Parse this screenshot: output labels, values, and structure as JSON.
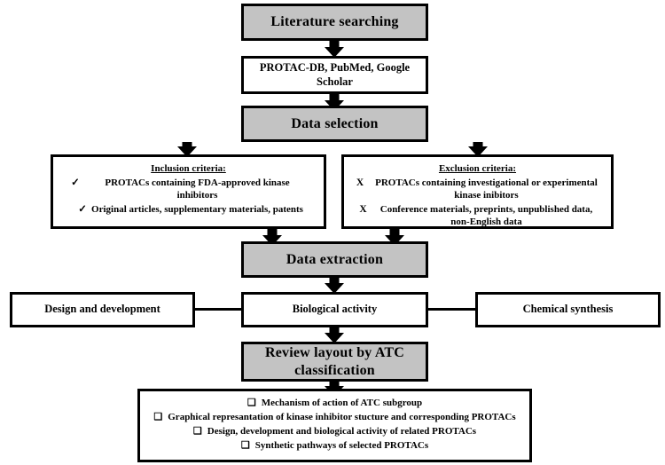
{
  "diagram": {
    "title": "Review methodology flowchart",
    "style": {
      "shade_color": "#c3c3c3",
      "border_color": "#000000",
      "background": "#ffffff"
    },
    "nodes": {
      "literature_searching": "Literature searching",
      "databases": "PROTAC-DB, PubMed, Google Scholar",
      "data_selection": "Data selection",
      "data_extraction": "Data extraction",
      "biological_activity": "Biological activity",
      "design_and_development": "Design and development",
      "chemical_synthesis": "Chemical synthesis",
      "review_layout": "Review layout by ATC classification"
    },
    "inclusion": {
      "heading": "Inclusion criteria:",
      "mark": "✓",
      "items": [
        "PROTACs containing FDA-approved kinase inhibitors",
        "Original articles, supplementary materials, patents"
      ]
    },
    "exclusion": {
      "heading": "Exclusion criteria:",
      "mark": "X",
      "items": [
        "PROTACs containing investigational or experimental kinase inibitors",
        "Conference materials, preprints, unpublished data, non-English data"
      ]
    },
    "outcomes": {
      "mark": "❑",
      "items": [
        "Mechanism of action of ATC subgroup",
        "Graphical represantation of kinase inhibitor stucture and corresponding PROTACs",
        "Design, development and biological activity of related PROTACs",
        "Synthetic pathways of selected PROTACs"
      ]
    }
  }
}
